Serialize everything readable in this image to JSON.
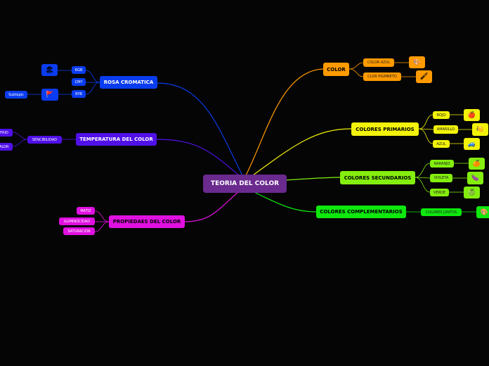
{
  "central": {
    "label": "TEORIA DEL COLOR",
    "color": "#6a2a8e"
  },
  "branches": {
    "color": {
      "label": "COLOR",
      "color": "#ff9a00",
      "items": [
        {
          "label": "COLOR AZUL",
          "icon": "🎨"
        },
        {
          "label": "CLOR PIGMNETO",
          "icon": "🖌"
        }
      ]
    },
    "primarios": {
      "label": "COLORES PRIMARIOS",
      "color": "#f2f20a",
      "items": [
        {
          "label": "ROJO",
          "icon": "🍎"
        },
        {
          "label": "AMARILLO",
          "icon": "🍋"
        },
        {
          "label": "AZUL",
          "icon": "🚙"
        }
      ]
    },
    "secundarios": {
      "label": "COLORES SECUNDARIOS",
      "color": "#84ee0e",
      "items": [
        {
          "label": "NARANJO",
          "icon": "🍊"
        },
        {
          "label": "VIOLETA",
          "icon": "🍆"
        },
        {
          "label": "VERDE",
          "icon": "🍏"
        }
      ]
    },
    "complementarios": {
      "label": "COLORES COMPLEMENTARIOS",
      "color": "#0ee80e",
      "items": [
        {
          "label": "COLORES JUNTOS",
          "icon": "🎨"
        }
      ]
    },
    "rosa": {
      "label": "ROSA CROMATICA",
      "color": "#0a3cf0",
      "items": [
        {
          "label": "RGB",
          "icon": "🏖"
        },
        {
          "label": "CMY"
        },
        {
          "label": "RYB",
          "icon": "🚩"
        }
      ],
      "subtopic": "Subtopic"
    },
    "temperatura": {
      "label": "TEMPERATURA DEL COLOR",
      "color": "#5010e8",
      "items": [
        {
          "label": "SENCIBILIDAD"
        }
      ],
      "partial": [
        "FRIO",
        "CALOR"
      ]
    },
    "propiedades": {
      "label": "PROPIEDAES DEL COLOR",
      "color": "#e010e0",
      "items": [
        {
          "label": "MATIZ"
        },
        {
          "label": "ILUMINOCIDAD"
        },
        {
          "label": "SATURACION"
        }
      ]
    }
  }
}
